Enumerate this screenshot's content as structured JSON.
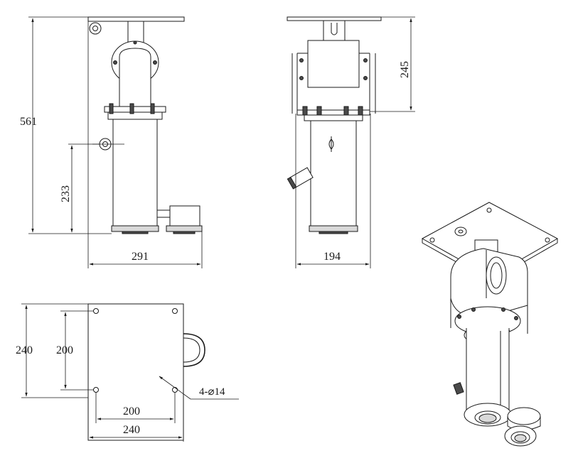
{
  "side_view": {
    "height_label": "561",
    "hook_height_label": "233",
    "width_label": "291"
  },
  "front_view": {
    "upper_height_label": "245",
    "width_label": "194"
  },
  "top_view": {
    "outer_height_label": "240",
    "inner_height_label": "200",
    "inner_width_label": "200",
    "outer_width_label": "240",
    "hole_label": "4-⌀14"
  }
}
